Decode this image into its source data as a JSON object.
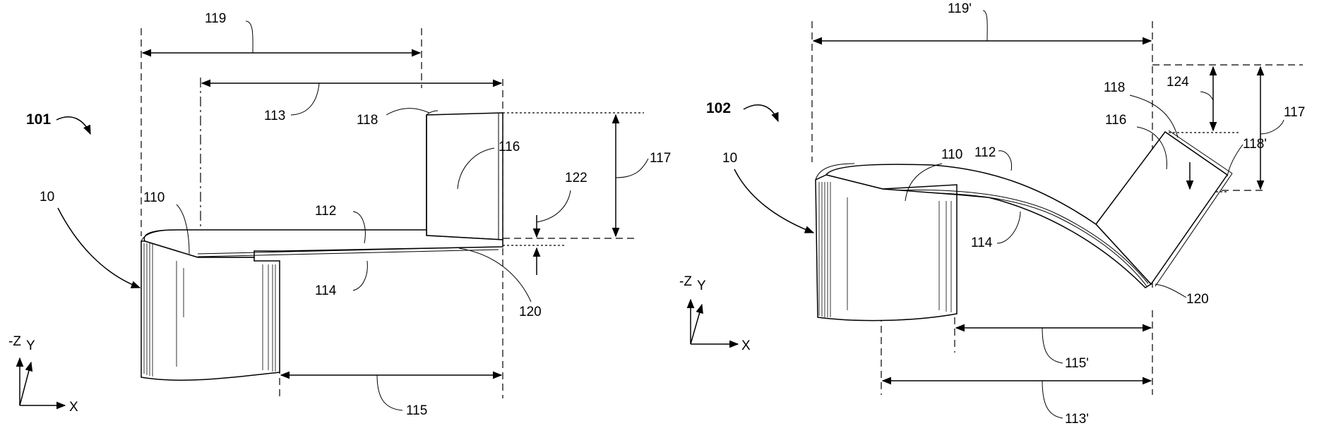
{
  "figures": [
    {
      "id": "101",
      "labels": {
        "r10": "10",
        "r110": "110",
        "r112": "112",
        "r113": "113",
        "r114": "114",
        "r115": "115",
        "r116": "116",
        "r117": "117",
        "r118": "118",
        "r119": "119",
        "r120": "120",
        "r122": "122"
      },
      "axes": {
        "z": "-Z",
        "y": "Y",
        "x": "X"
      }
    },
    {
      "id": "102",
      "labels": {
        "r10": "10",
        "r110": "110",
        "r112": "112",
        "r113": "113'",
        "r114": "114",
        "r115": "115'",
        "r116": "116",
        "r117": "117",
        "r118": "118",
        "r118p": "118'",
        "r119": "119'",
        "r120": "120",
        "r124": "124"
      },
      "axes": {
        "z": "-Z",
        "y": "Y",
        "x": "X"
      }
    }
  ]
}
